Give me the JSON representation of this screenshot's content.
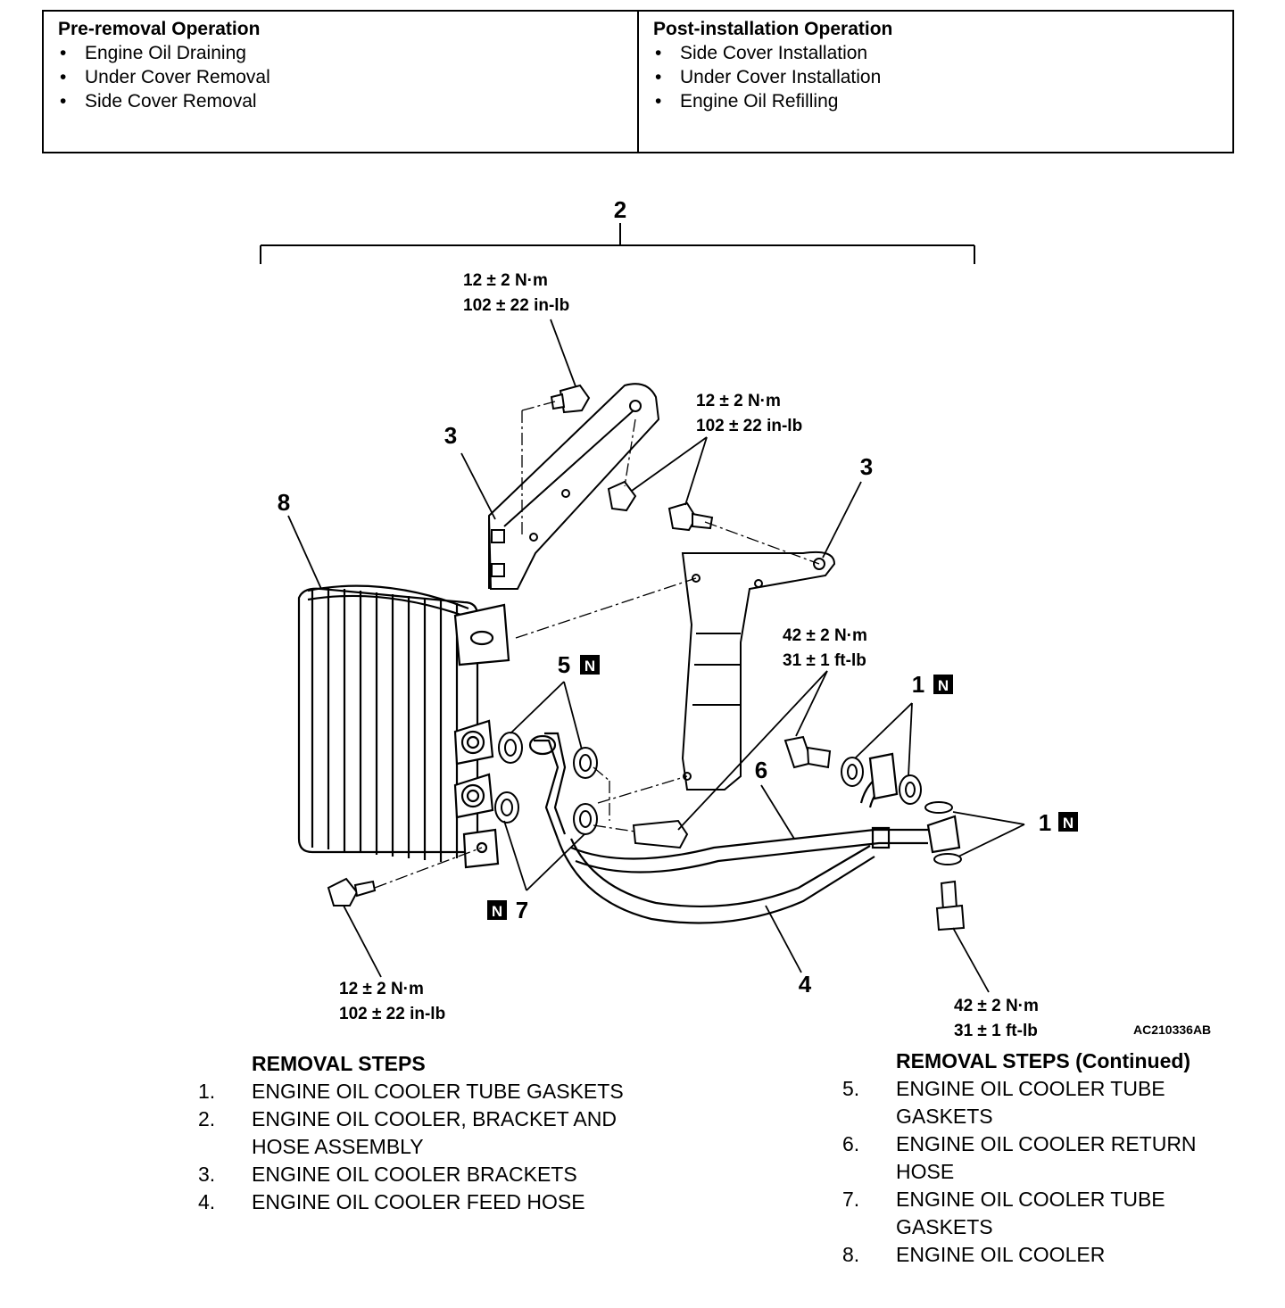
{
  "operations": {
    "pre": {
      "heading": "Pre-removal Operation",
      "items": [
        "Engine Oil Draining",
        "Under Cover Removal",
        "Side Cover Removal"
      ]
    },
    "post": {
      "heading": "Post-installation Operation",
      "items": [
        "Side Cover Installation",
        "Under Cover Installation",
        "Engine Oil Refilling"
      ]
    }
  },
  "diagram": {
    "callouts": {
      "c2": "2",
      "c3_left": "3",
      "c3_right": "3",
      "c8": "8",
      "c5": "5",
      "c1_upper": "1",
      "c1_lower": "1",
      "c6": "6",
      "c7": "7",
      "c4": "4"
    },
    "new_part_mark": "N",
    "torques": {
      "top_bolt": {
        "nm": "12 ± 2 N·m",
        "lb": "102 ± 22 in-lb"
      },
      "bracket_bolts": {
        "nm": "12 ± 2 N·m",
        "lb": "102 ± 22 in-lb"
      },
      "eye_bolts": {
        "nm": "42 ± 2 N·m",
        "lb": "31 ± 1 ft-lb"
      },
      "cooler_bolt": {
        "nm": "12 ± 2 N·m",
        "lb": "102 ± 22 in-lb"
      },
      "lower_eye_bolt": {
        "nm": "42 ± 2 N·m",
        "lb": "31 ± 1 ft-lb"
      }
    },
    "figure_code": "AC210336AB"
  },
  "removal_steps": {
    "heading": "REMOVAL STEPS",
    "items": [
      {
        "num": "1.",
        "text": "ENGINE OIL COOLER TUBE GASKETS"
      },
      {
        "num": "2.",
        "text": "ENGINE OIL COOLER, BRACKET AND HOSE ASSEMBLY"
      },
      {
        "num": "3.",
        "text": "ENGINE OIL COOLER BRACKETS"
      },
      {
        "num": "4.",
        "text": "ENGINE OIL COOLER FEED HOSE"
      }
    ]
  },
  "removal_steps_continued": {
    "heading": "REMOVAL STEPS (Continued)",
    "items": [
      {
        "num": "5.",
        "text": "ENGINE OIL COOLER TUBE GASKETS"
      },
      {
        "num": "6.",
        "text": "ENGINE OIL COOLER RETURN HOSE"
      },
      {
        "num": "7.",
        "text": "ENGINE OIL COOLER TUBE GASKETS"
      },
      {
        "num": "8.",
        "text": "ENGINE OIL COOLER"
      }
    ]
  }
}
